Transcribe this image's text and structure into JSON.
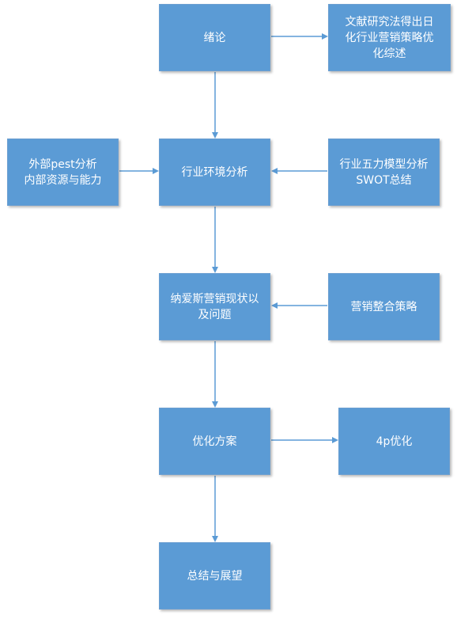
{
  "flow": {
    "intro": "绪论",
    "literature": "文献研究法得出日\n化行业营销策略优\n化综述",
    "industry": "行业环境分析",
    "pest": "外部pest分析\n内部资源与能力",
    "five_forces": "行业五力模型分析\nSWOT总结",
    "status": "纳爱斯营销现状以\n及问题",
    "integration": "营销整合策略",
    "plan": "优化方案",
    "optimization_4p": "4p优化",
    "summary": "总结与展望"
  },
  "style": {
    "box_fill": "#5b9bd5",
    "box_text": "#ffffff",
    "arrow_color": "#5b9bd5"
  }
}
